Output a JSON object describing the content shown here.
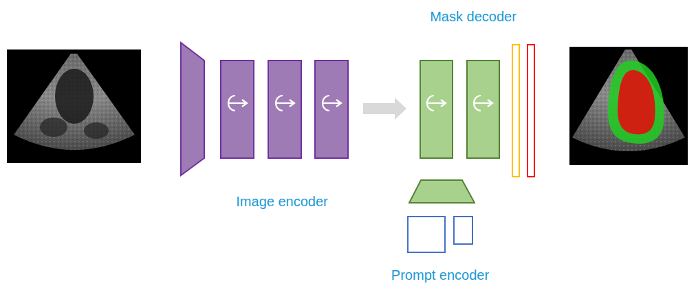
{
  "diagram": {
    "labels": [
      "Mask decoder",
      "Image encoder",
      "Prompt encoder"
    ]
  }
}
